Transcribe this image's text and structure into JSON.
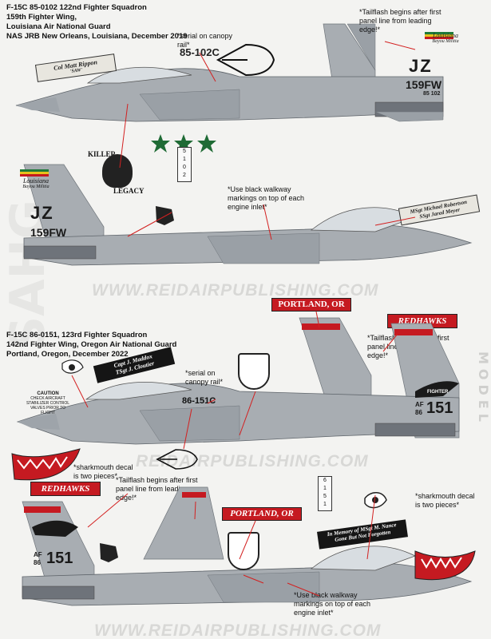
{
  "watermark": {
    "url1": "WWW.REIDAIRPUBLISHING.COM",
    "url2": "REIDAIRPUBLISHING.COM",
    "url3": "WWW.REIDAIRPUBLISHING.COM",
    "side_left": "SAHG",
    "side_right": "MODEL"
  },
  "sheet1": {
    "header": {
      "line1": "F-15C 85-0102 122nd Fighter Squadron",
      "line2": "159th Fighter Wing,",
      "line3": "Louisiana Air National Guard",
      "line4": "NAS JRB New Orleans, Louisiana, December 2019"
    },
    "serial_note": "*serial on canopy rail*",
    "serial": "85-102C",
    "tailflash_note": "*Tailflash begins after first panel line from leading edge!*",
    "pilot_name": "Col Matt Rippon",
    "pilot_callsign": "'SAW'",
    "tail_code": "JZ",
    "tail_wing": "159FW",
    "tail_serial": "85 102",
    "killer_legacy_1": "KILLER",
    "killer_legacy_2": "LEGACY",
    "louisiana": "Louisiana",
    "bayou": "Bayou Militia",
    "walkway_note": "*Use black walkway markings on top of each engine inlet*",
    "crew_name": "MSgt Michael Robertson",
    "crew_name2": "SSgt Jared Meyer",
    "fin_strip": [
      "5",
      "1",
      "0",
      "2"
    ]
  },
  "sheet2": {
    "header": {
      "line1": "F-15C 86-0151, 123rd Fighter Squadron",
      "line2": "142nd Fighter Wing, Oregon Air National Guard",
      "line3": "Portland, Oregon, December 2022"
    },
    "portland": "PORTLAND, OR",
    "redhawks": "REDHAWKS",
    "tailflash_note": "*Tailflash begins after first panel line from leading edge!*",
    "pilot_name1": "Capt J. Maddox",
    "pilot_name2": "TSgt J. Cloutier",
    "serial_note": "*serial on canopy rail*",
    "serial": "86-151C",
    "caution_title": "CAUTION",
    "caution_text": "CHECK AIRCRAFT STABILIZER CONTROL",
    "caution_text2": "VALVES PRIOR TO FLIGHT",
    "tail_code": "AF",
    "tail_year": "86",
    "tail_num": "151",
    "fighter_text": "FIGHTER"
  },
  "sheet3": {
    "sharkmouth_note_left": "*sharkmouth decal is two pieces*",
    "redhawks": "REDHAWKS",
    "tailflash_note": "*Tailflash begins after first panel line from leading edge!*",
    "portland": "PORTLAND, OR",
    "sharkmouth_note_right": "*sharkmouth decal is two pieces*",
    "memory_line1": "In Memory of MSgt M. Nance",
    "memory_line2": "Gone But Not Forgotten",
    "tail_code": "AF",
    "tail_year": "86",
    "tail_num": "151",
    "walkway_note": "*Use black walkway markings on top of each engine inlet*",
    "fin_strip": [
      "6",
      "1",
      "5",
      "1"
    ]
  },
  "colors": {
    "aircraft_gray": "#a8adb2",
    "aircraft_dark": "#8f959b",
    "red": "#c51a21",
    "green": "#1f7a3a",
    "leader_line": "#d32020"
  }
}
